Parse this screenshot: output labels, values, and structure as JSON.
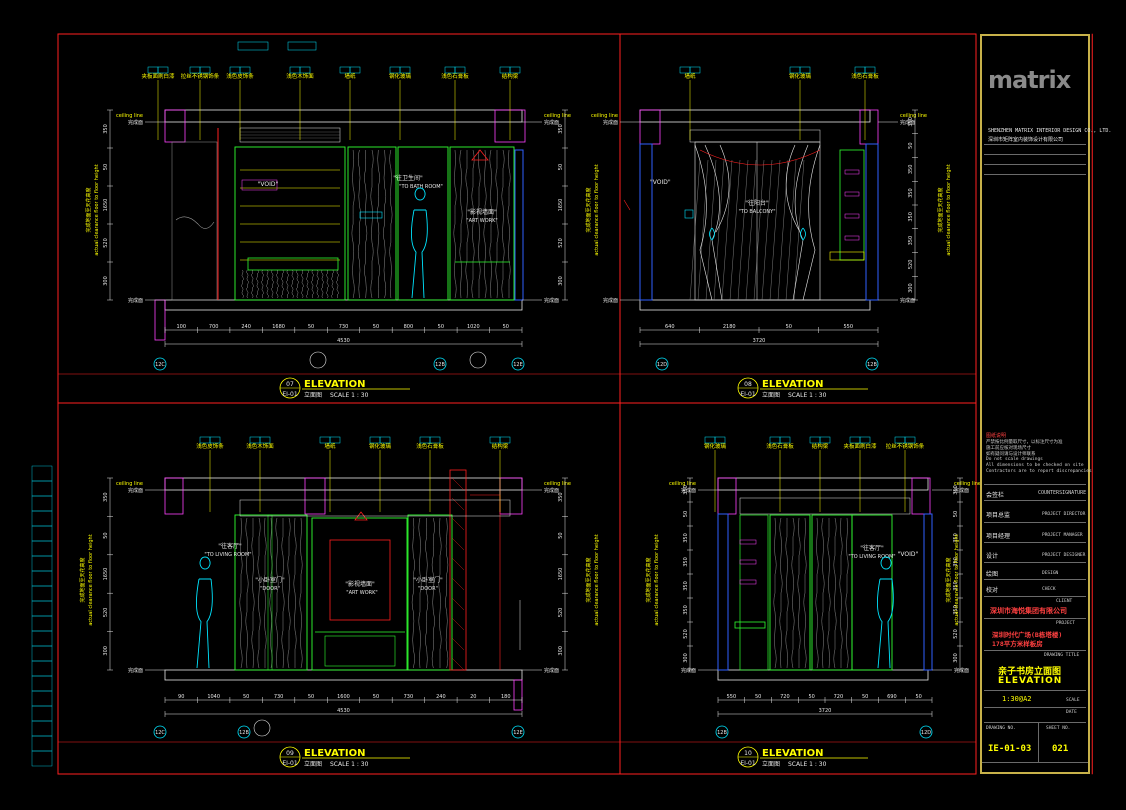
{
  "drawing": {
    "views": [
      {
        "id": "07",
        "sheet": "EI-01",
        "title": "ELEVATION",
        "subtitle": "立面图",
        "scale": "SCALE 1 : 30",
        "dims": [
          "100",
          "700",
          "240",
          "1680",
          "50",
          "730",
          "50",
          "800",
          "50",
          "1020",
          "50"
        ],
        "total": "4530",
        "vdims": [
          "350",
          "50",
          "1650",
          "520",
          "300"
        ],
        "tags": [
          {
            "label": "\"VOID\""
          },
          {
            "label": "\"往卫生间\""
          },
          {
            "label": "\"TO BATH ROOM\""
          },
          {
            "label": "\"影视墙面\""
          },
          {
            "label": "\"ART WORK\""
          }
        ],
        "grids": [
          "12C",
          "12B",
          "12E"
        ]
      },
      {
        "id": "08",
        "sheet": "EI-01",
        "title": "ELEVATION",
        "subtitle": "立面图",
        "scale": "SCALE 1 : 30",
        "dims": [
          "640",
          "2180",
          "50",
          "550"
        ],
        "total": "3720",
        "vdims": [
          "350",
          "50",
          "350",
          "350",
          "350",
          "350",
          "520",
          "300"
        ],
        "tags": [
          {
            "label": "\"VOID\""
          },
          {
            "label": "\"往阳台\""
          },
          {
            "label": "\"TO BALCONY\""
          }
        ],
        "grids": [
          "12D",
          "12B"
        ]
      },
      {
        "id": "09",
        "sheet": "EI-01",
        "title": "ELEVATION",
        "subtitle": "立面图",
        "scale": "SCALE 1 : 30",
        "dims": [
          "90",
          "1040",
          "50",
          "730",
          "50",
          "1600",
          "50",
          "730",
          "240",
          "20",
          "180"
        ],
        "total": "4530",
        "vdims": [
          "350",
          "50",
          "1650",
          "520",
          "300"
        ],
        "tags": [
          {
            "label": "\"往客厅\""
          },
          {
            "label": "\"TO LIVING ROOM\""
          },
          {
            "label": "\"小卧室门\""
          },
          {
            "label": "\"DOOR\""
          },
          {
            "label": "\"影视墙面\""
          },
          {
            "label": "\"ART WORK\""
          },
          {
            "label": "\"小卧室门\""
          },
          {
            "label": "\"DOOR\""
          }
        ],
        "grids": [
          "12C",
          "12B",
          "12E"
        ]
      },
      {
        "id": "10",
        "sheet": "EI-01",
        "title": "ELEVATION",
        "subtitle": "立面图",
        "scale": "SCALE 1 : 30",
        "dims": [
          "550",
          "50",
          "720",
          "50",
          "720",
          "50",
          "690",
          "50"
        ],
        "total": "3720",
        "vdims": [
          "350",
          "50",
          "350",
          "350",
          "350",
          "350",
          "520",
          "300"
        ],
        "tags": [
          {
            "label": "\"往客厅\""
          },
          {
            "label": "\"TO LIVING ROOM\""
          },
          {
            "label": "\"VOID\""
          }
        ],
        "grids": [
          "12B",
          "12D"
        ]
      }
    ],
    "callout_texts": [
      "夹板面刷白漆",
      "拉丝不锈钢饰条",
      "浅色皮饰条",
      "浅色木饰面",
      "墙纸",
      "钢化玻璃",
      "浅色石膏板",
      "结构梁"
    ],
    "level_label": "完成面",
    "ceiling_label": "ceiling line",
    "height_note_cn": "完成地面至天花高度",
    "height_note_en": "actual clearance floor to floor height"
  },
  "titleblock": {
    "logo": "matrix",
    "company_en": "SHENZHEN MATRIX INTERIOR DESIGN CO., LTD.",
    "company_cn": "深圳市矩阵室内装饰设计有限公司",
    "countersign_cn": "会签栏",
    "countersign_en": "COUNTERSIGNATURE",
    "roles": [
      {
        "cn": "项目总监",
        "en": "PROJECT DIRECTOR"
      },
      {
        "cn": "项目经理",
        "en": "PROJECT MANAGER"
      },
      {
        "cn": "设计",
        "en": "PROJECT DESIGNER"
      },
      {
        "cn": "绘图",
        "en": "DESIGN"
      },
      {
        "cn": "校对",
        "en": "CHECK"
      }
    ],
    "client_cn": "深圳市海悦集团有限公司",
    "client_en": "CLIENT",
    "project_cn": "深圳时代广场(B栋塔楼)",
    "project_cn2": "178平方米样板房",
    "project_en": "PROJECT",
    "drawing_title_cn": "亲子书房立面图",
    "drawing_title_en": "ELEVATION",
    "drawing_name_en": "DRAWING TITLE",
    "scale": "1:30@A2",
    "scale_en": "SCALE",
    "date_en": "DATE",
    "drawing_no_en": "DRAWING NO.",
    "sheet_no_en": "SHEET NO.",
    "drawing_no": "IE-01-03",
    "sheet_no": "021",
    "notes": [
      "图纸说明",
      "严禁按比例量取尺寸，以标注尺寸为准",
      "施工前应核对现场尺寸",
      "如有疑问请与设计师联系",
      "Do not scale drawings",
      "All dimensions to be checked on site",
      "Contractors are to report discrepancies"
    ]
  },
  "colors": {
    "frame": "#ff2020",
    "yellow": "#ffff00",
    "cyan": "#00e5ff",
    "magenta": "#ff40ff",
    "green": "#30ff30",
    "white": "#e8e8e8",
    "gray": "#9a9a9a",
    "blue": "#3060ff",
    "gold": "#c8b24a"
  }
}
